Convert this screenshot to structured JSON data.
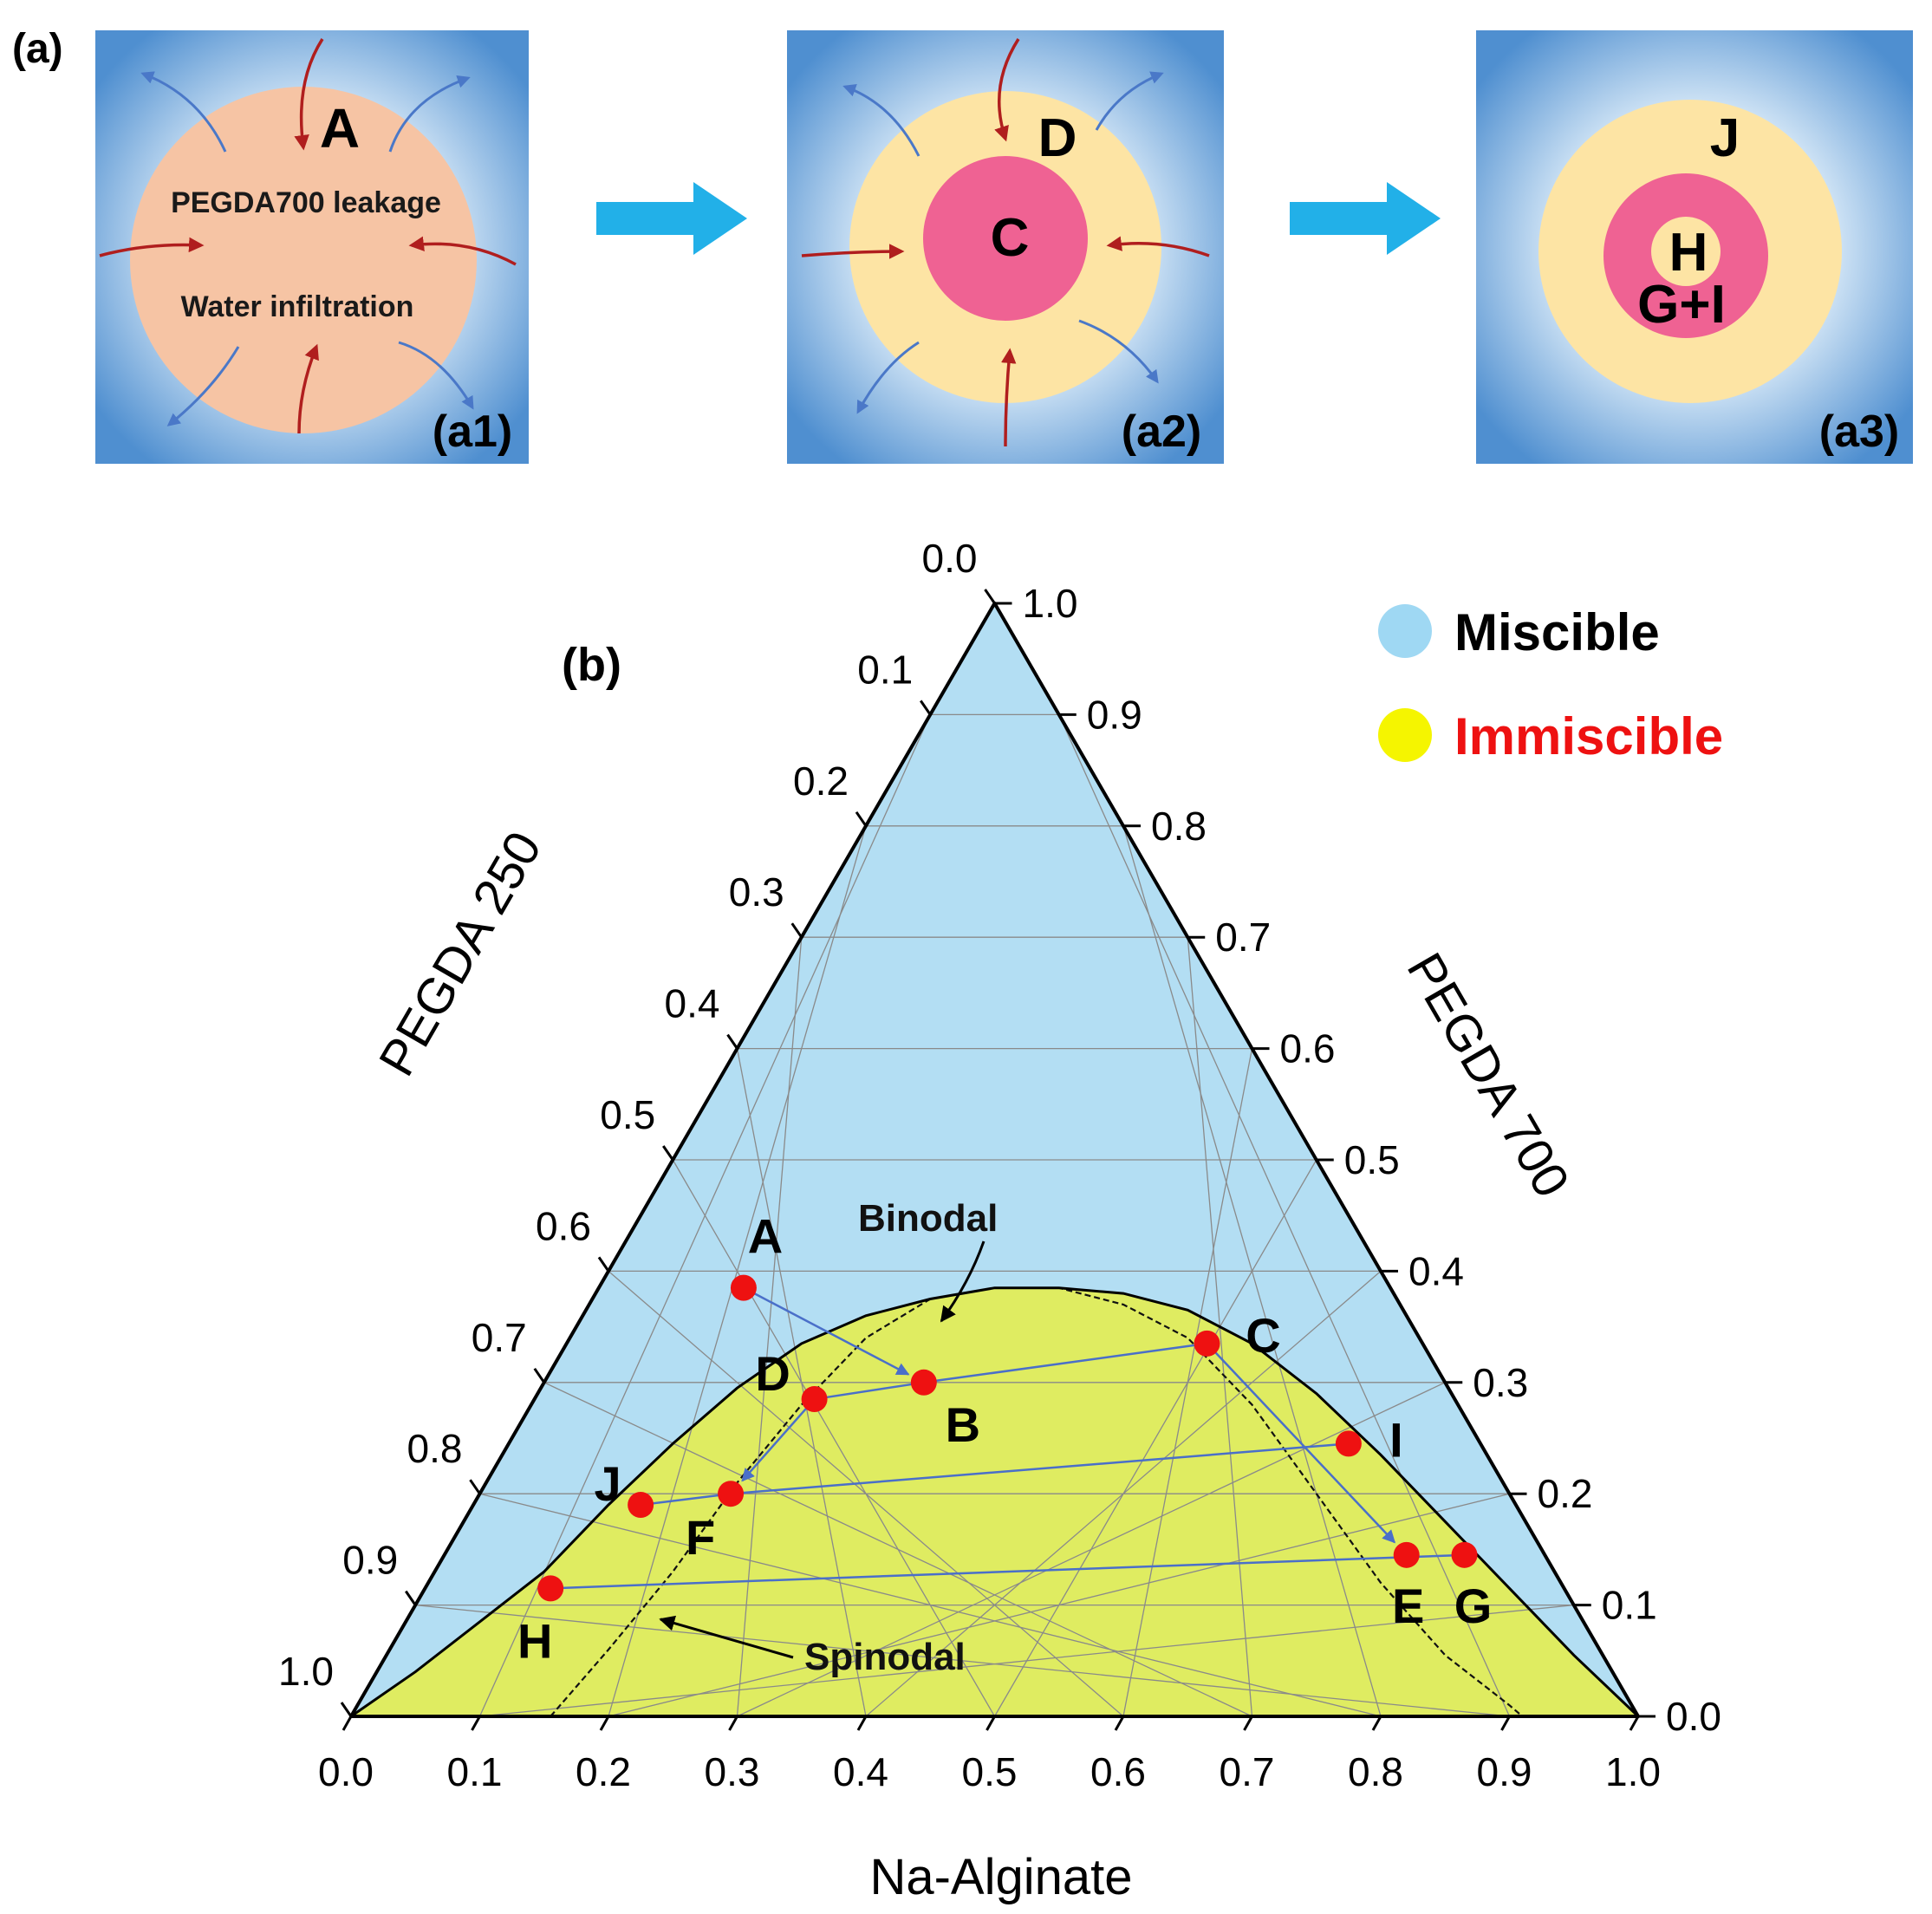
{
  "panel_a": {
    "label": "(a)",
    "a1": {
      "label": "(a1)",
      "point": "A",
      "text_top": "PEGDA700 leakage",
      "text_bottom": "Water infiltration"
    },
    "a2": {
      "label": "(a2)",
      "outer": "D",
      "inner": "C"
    },
    "a3": {
      "label": "(a3)",
      "outer": "J",
      "inner_ring": "G+I",
      "core": "H"
    }
  },
  "panel_b": {
    "label": "(b)",
    "legend": [
      {
        "label": "Miscible",
        "color": "#9fd8f3",
        "text_color": "#000000"
      },
      {
        "label": "Immiscible",
        "color": "#f5f500",
        "text_color": "#ee1111"
      }
    ],
    "axis_bottom_title": "Na-Alginate",
    "axis_left_title": "PEGDA 250",
    "axis_right_title": "PEGDA 700",
    "tick_labels": [
      "0.0",
      "0.1",
      "0.2",
      "0.3",
      "0.4",
      "0.5",
      "0.6",
      "0.7",
      "0.8",
      "0.9",
      "1.0"
    ],
    "annotations": {
      "binodal": "Binodal",
      "spinodal": "Spinodal"
    }
  },
  "chart_data": {
    "type": "ternary",
    "axes": [
      "Na-Alginate",
      "PEGDA 700",
      "PEGDA 250"
    ],
    "range": [
      0,
      1
    ],
    "regions": [
      {
        "name": "Miscible",
        "color": "#b3def3"
      },
      {
        "name": "Immiscible",
        "color": "#dfec61"
      }
    ],
    "binodal": [
      [
        0.0,
        0.0
      ],
      [
        0.05,
        0.04
      ],
      [
        0.1,
        0.085
      ],
      [
        0.15,
        0.13
      ],
      [
        0.2,
        0.19
      ],
      [
        0.25,
        0.245
      ],
      [
        0.3,
        0.295
      ],
      [
        0.35,
        0.335
      ],
      [
        0.4,
        0.36
      ],
      [
        0.45,
        0.375
      ],
      [
        0.5,
        0.385
      ],
      [
        0.55,
        0.385
      ],
      [
        0.6,
        0.38
      ],
      [
        0.65,
        0.365
      ],
      [
        0.7,
        0.335
      ],
      [
        0.75,
        0.29
      ],
      [
        0.8,
        0.235
      ],
      [
        0.85,
        0.175
      ],
      [
        0.9,
        0.115
      ],
      [
        0.95,
        0.055
      ],
      [
        1.0,
        0.0
      ]
    ],
    "spinodal": [
      [
        0.155,
        0.0
      ],
      [
        0.2,
        0.06
      ],
      [
        0.25,
        0.13
      ],
      [
        0.3,
        0.21
      ],
      [
        0.35,
        0.28
      ],
      [
        0.4,
        0.34
      ],
      [
        0.45,
        0.375
      ],
      [
        0.5,
        0.385
      ],
      [
        0.55,
        0.385
      ],
      [
        0.6,
        0.37
      ],
      [
        0.65,
        0.34
      ],
      [
        0.7,
        0.28
      ],
      [
        0.75,
        0.2
      ],
      [
        0.8,
        0.12
      ],
      [
        0.85,
        0.055
      ],
      [
        0.9,
        0.01
      ],
      [
        0.91,
        0.0
      ]
    ],
    "points": [
      {
        "label": "A",
        "x": 0.305,
        "y": 0.385
      },
      {
        "label": "B",
        "x": 0.445,
        "y": 0.3
      },
      {
        "label": "C",
        "x": 0.665,
        "y": 0.335
      },
      {
        "label": "D",
        "x": 0.36,
        "y": 0.285
      },
      {
        "label": "E",
        "x": 0.82,
        "y": 0.145
      },
      {
        "label": "F",
        "x": 0.295,
        "y": 0.2
      },
      {
        "label": "G",
        "x": 0.865,
        "y": 0.145
      },
      {
        "label": "H",
        "x": 0.155,
        "y": 0.115
      },
      {
        "label": "I",
        "x": 0.775,
        "y": 0.245
      },
      {
        "label": "J",
        "x": 0.225,
        "y": 0.19
      }
    ],
    "tie_lines": [
      [
        "D",
        "B"
      ],
      [
        "B",
        "C"
      ],
      [
        "J",
        "F"
      ],
      [
        "F",
        "I"
      ],
      [
        "H",
        "G"
      ]
    ],
    "arrows": [
      [
        "A",
        "B"
      ],
      [
        "D",
        "F"
      ],
      [
        "C",
        "E"
      ]
    ]
  }
}
